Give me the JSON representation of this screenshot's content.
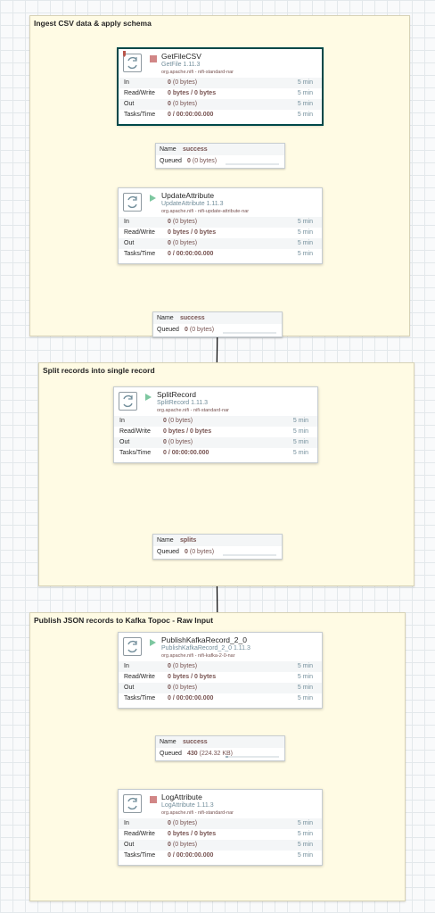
{
  "canvas": {
    "grid_color": "#e3e8eb",
    "background": "#f9fafb"
  },
  "colors": {
    "group_fill": "#fffbe4",
    "label_value": "#775351",
    "secondary": "#728e9b",
    "running": "#7dc7a0",
    "stopped": "#d18686",
    "selected_border": "#004849"
  },
  "groups": [
    {
      "title": "Ingest CSV data & apply schema"
    },
    {
      "title": "Split records into single record"
    },
    {
      "title": "Publish JSON records to Kafka Topoc - Raw Input"
    }
  ],
  "stat_labels": {
    "in": "In",
    "rw": "Read/Write",
    "out": "Out",
    "tasks": "Tasks/Time",
    "window": "5 min"
  },
  "processors": [
    {
      "name": "GetFileCSV",
      "type": "GetFile 1.11.3",
      "bundle": "org.apache.nifi - nifi-standard-nar",
      "state": "stopped",
      "invalid": true,
      "in_count": "0",
      "in_bytes": "(0 bytes)",
      "rw": "0 bytes / 0 bytes",
      "out_count": "0",
      "out_bytes": "(0 bytes)",
      "tasks": "0 / 00:00:00.000"
    },
    {
      "name": "UpdateAttribute",
      "type": "UpdateAttribute 1.11.3",
      "bundle": "org.apache.nifi - nifi-update-attribute-nar",
      "state": "running",
      "in_count": "0",
      "in_bytes": "(0 bytes)",
      "rw": "0 bytes / 0 bytes",
      "out_count": "0",
      "out_bytes": "(0 bytes)",
      "tasks": "0 / 00:00:00.000"
    },
    {
      "name": "SplitRecord",
      "type": "SplitRecord 1.11.3",
      "bundle": "org.apache.nifi - nifi-standard-nar",
      "state": "running",
      "in_count": "0",
      "in_bytes": "(0 bytes)",
      "rw": "0 bytes / 0 bytes",
      "out_count": "0",
      "out_bytes": "(0 bytes)",
      "tasks": "0 / 00:00:00.000"
    },
    {
      "name": "PublishKafkaRecord_2_0",
      "type": "PublishKafkaRecord_2_0 1.11.3",
      "bundle": "org.apache.nifi - nifi-kafka-2-0-nar",
      "state": "running",
      "in_count": "0",
      "in_bytes": "(0 bytes)",
      "rw": "0 bytes / 0 bytes",
      "out_count": "0",
      "out_bytes": "(0 bytes)",
      "tasks": "0 / 00:00:00.000"
    },
    {
      "name": "LogAttribute",
      "type": "LogAttribute 1.11.3",
      "bundle": "org.apache.nifi - nifi-standard-nar",
      "state": "stopped",
      "in_count": "0",
      "in_bytes": "(0 bytes)",
      "rw": "0 bytes / 0 bytes",
      "out_count": "0",
      "out_bytes": "(0 bytes)",
      "tasks": "0 / 00:00:00.000"
    }
  ],
  "conn_labels": {
    "name": "Name",
    "queued": "Queued"
  },
  "connections": [
    {
      "name": "success",
      "queued_count": "0",
      "queued_size": "(0 bytes)",
      "fill_fraction": 0
    },
    {
      "name": "success",
      "queued_count": "0",
      "queued_size": "(0 bytes)",
      "fill_fraction": 0
    },
    {
      "name": "splits",
      "queued_count": "0",
      "queued_size": "(0 bytes)",
      "fill_fraction": 0
    },
    {
      "name": "success",
      "queued_count": "430",
      "queued_size": "(224.32 KB)",
      "fill_fraction": 0.05
    }
  ]
}
